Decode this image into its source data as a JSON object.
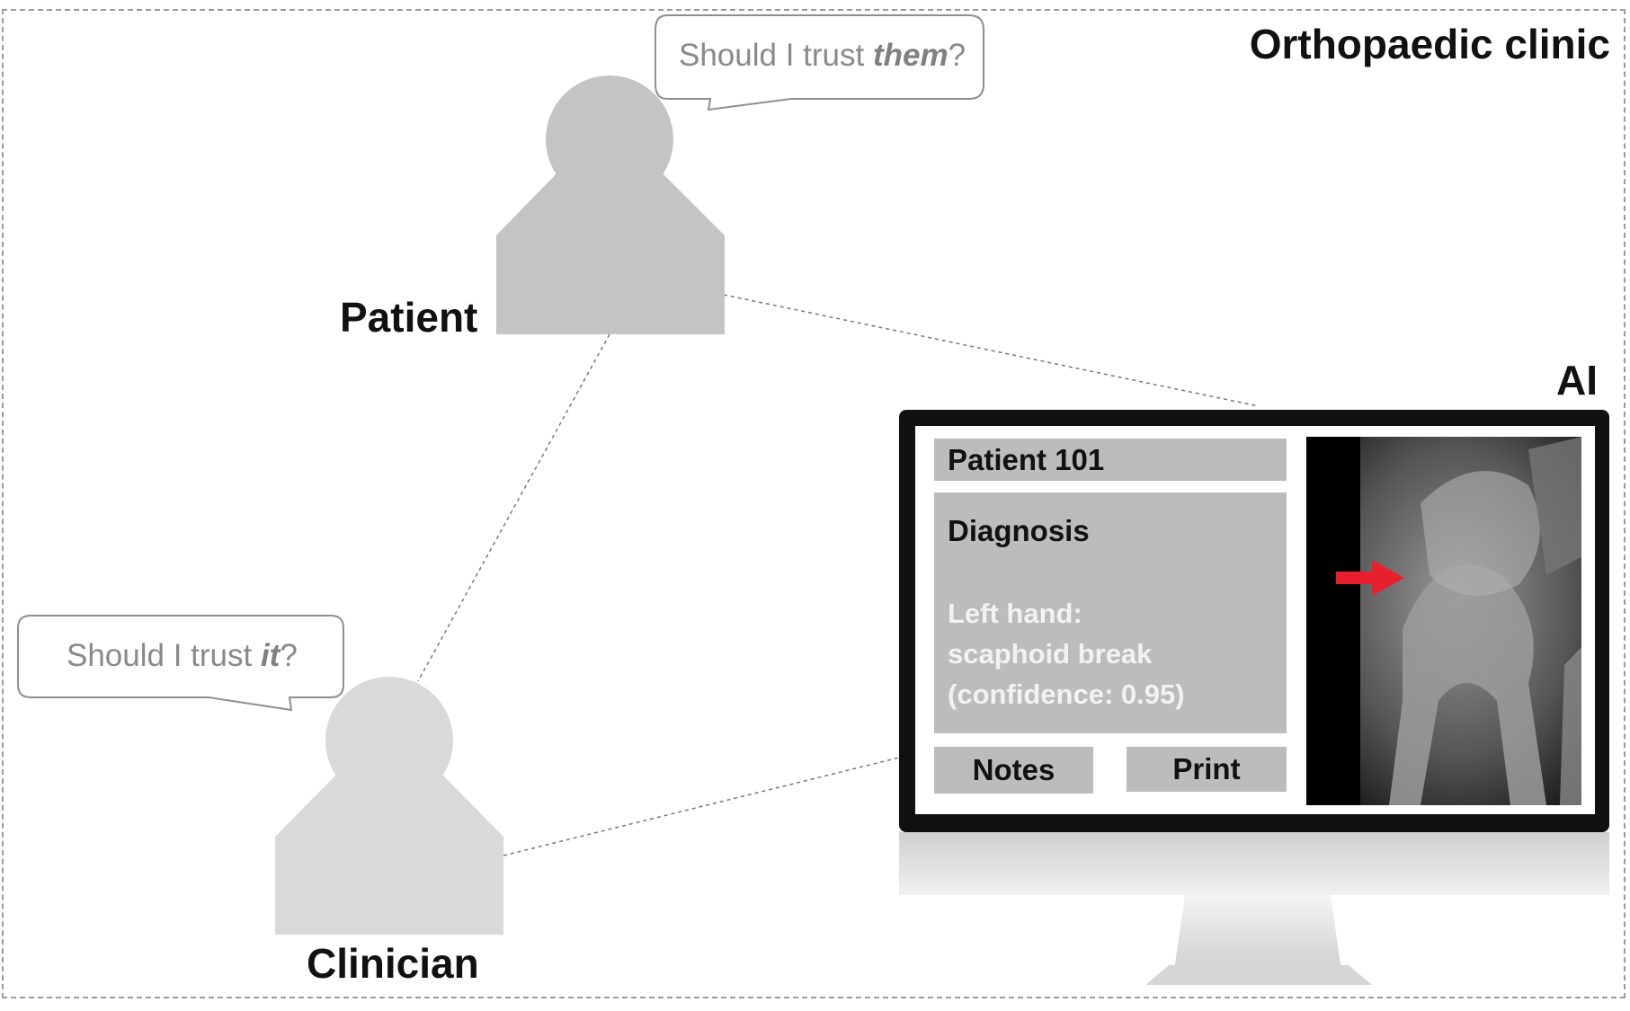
{
  "setting": {
    "title": "Orthopaedic clinic"
  },
  "actors": {
    "patient": {
      "label": "Patient",
      "speech_prefix": "Should I trust ",
      "speech_emphasis": "them",
      "speech_suffix": "?"
    },
    "clinician": {
      "label": "Clinician",
      "speech_prefix": "Should I trust ",
      "speech_emphasis": "it",
      "speech_suffix": "?"
    },
    "ai": {
      "label": "AI"
    }
  },
  "screen": {
    "patient_header": "Patient 101",
    "diagnosis": {
      "heading": "Diagnosis",
      "line1": "Left hand:",
      "line2": "scaphoid break",
      "line3": "(confidence: 0.95)"
    },
    "buttons": {
      "notes": "Notes",
      "print": "Print"
    }
  },
  "colors": {
    "person": "#c4c4c4",
    "clinician": "#d9d9d9",
    "arrow": "#e8202e",
    "panel": "#bcbcbc",
    "monitor_bezel": "#111111"
  },
  "icons": {
    "annotation_arrow": "arrow-right-icon",
    "xray": "wrist-xray-image"
  }
}
